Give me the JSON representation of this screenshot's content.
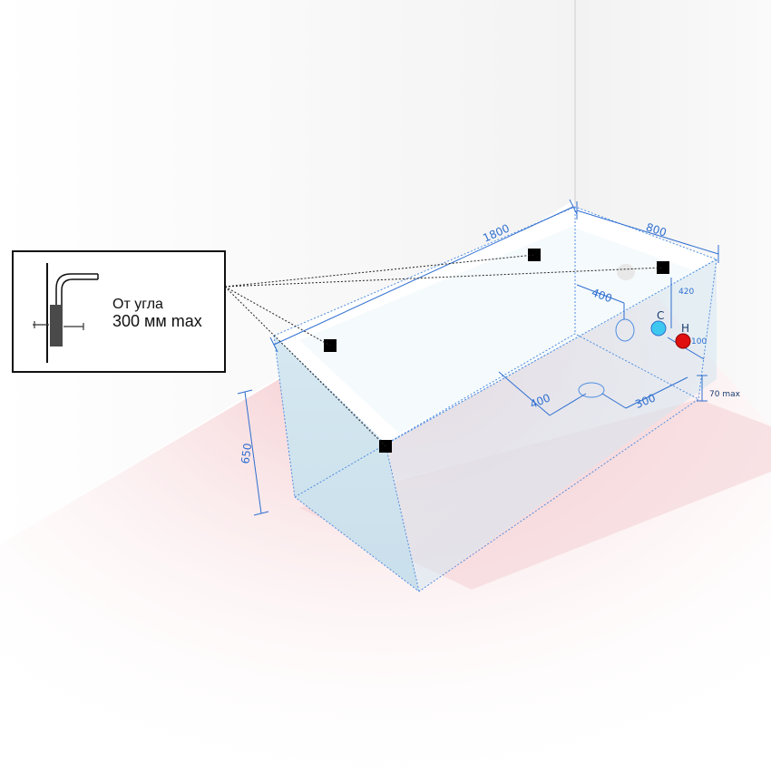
{
  "labels": {
    "length": "1800",
    "width": "800",
    "height": "650",
    "wall_offset_top": "400",
    "pipe_height": "420",
    "floor_offset_long": "400",
    "floor_offset_short": "300",
    "pipe_spacing": "100",
    "gap_max": "70 max",
    "cold": "C",
    "hot": "H"
  },
  "callout": {
    "line1": "От угла",
    "line2": "300 мм max"
  },
  "colors": {
    "dimension_line": "#2f6fd0",
    "cold_marker": "#3ec8f0",
    "hot_marker": "#e01010",
    "mount_point": "#000000",
    "floor_tint": "#f3c8cc",
    "tub_fill": "#cfe6f2"
  }
}
